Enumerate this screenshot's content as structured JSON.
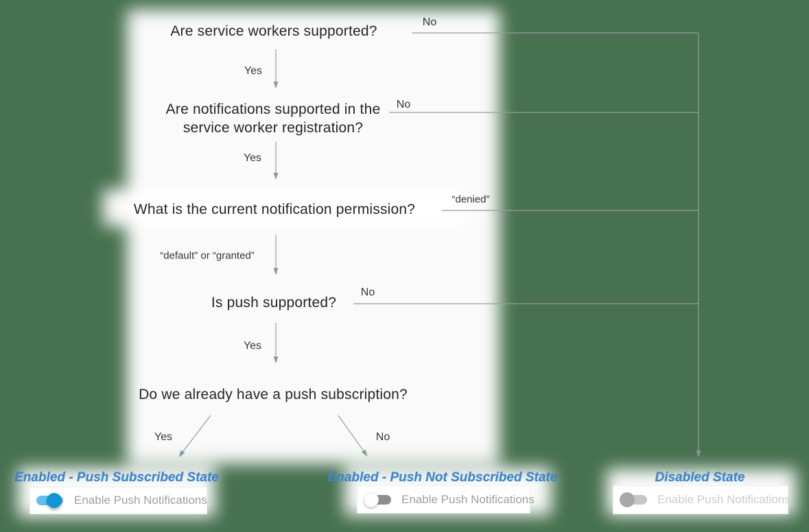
{
  "page": {
    "background_color": "#47714F",
    "panel_color": "#ffffff"
  },
  "flowchart": {
    "questions": [
      "Are service workers supported?",
      "Are notifications supported in the service worker registration?",
      "What is the current notification permission?",
      "Is push supported?",
      "Do we already have a push subscription?"
    ],
    "edges": {
      "q1_yes": "Yes",
      "q1_no": "No",
      "q2_yes": "Yes",
      "q2_no": "No",
      "q3_yes": "“default” or “granted”",
      "q3_no": "“denied”",
      "q4_yes": "Yes",
      "q4_no": "No",
      "q5_yes": "Yes",
      "q5_no": "No"
    },
    "line_color": "#9b9b9b",
    "arrow_color": "#86989a"
  },
  "states": [
    {
      "title": "Enabled - Push Subscribed State",
      "toggle_state": "on",
      "control_label": "Enable Push Notifications"
    },
    {
      "title": "Enabled - Push Not Subscribed State",
      "toggle_state": "off",
      "control_label": "Enable Push Notifications"
    },
    {
      "title": "Disabled State",
      "toggle_state": "disabled",
      "control_label": "Enable Push Notifications"
    }
  ],
  "colors": {
    "state_title": "#3c86cf",
    "toggle_on_track": "#5fc0ec",
    "toggle_on_knob": "#1095d8",
    "toggle_off_track": "#8e8e8e",
    "toggle_off_knob": "#ffffff",
    "toggle_disabled_track": "#c6c6c6",
    "toggle_disabled_knob": "#a8a8a8",
    "card_label": "#9b9fa3",
    "card_label_disabled": "#c9cccf"
  }
}
